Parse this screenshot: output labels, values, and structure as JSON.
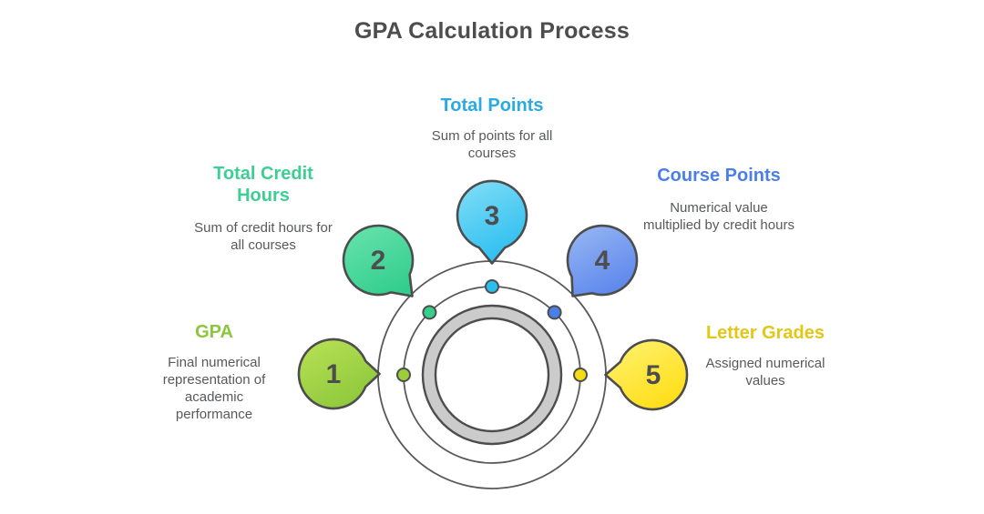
{
  "title": "GPA Calculation Process",
  "steps": [
    {
      "number": "1",
      "label": "GPA",
      "description": "Final numerical representation of academic performance",
      "heading_color": "#8CC63F",
      "bubble_top": "#B6E054",
      "bubble_bottom": "#8FC83C",
      "dot_color": "#9BCE38"
    },
    {
      "number": "2",
      "label": "Total Credit Hours",
      "description": "Sum of credit hours for all courses",
      "heading_color": "#3DCE93",
      "bubble_top": "#66E2AC",
      "bubble_bottom": "#33CE8D",
      "dot_color": "#36CE8D"
    },
    {
      "number": "3",
      "label": "Total Points",
      "description": "Sum of points for all courses",
      "heading_color": "#29ABE2",
      "bubble_top": "#7EDCF7",
      "bubble_bottom": "#33C1F0",
      "dot_color": "#2BBDEE"
    },
    {
      "number": "4",
      "label": "Course Points",
      "description": "Numerical value multiplied by credit hours",
      "heading_color": "#4A7FE8",
      "bubble_top": "#95B5F3",
      "bubble_bottom": "#5C86EC",
      "dot_color": "#4A7FE8"
    },
    {
      "number": "5",
      "label": "Letter Grades",
      "description": "Assigned numerical values",
      "heading_color": "#E3C616",
      "bubble_top": "#FFF069",
      "bubble_bottom": "#FFDD15",
      "dot_color": "#F3DC13"
    }
  ],
  "colors": {
    "title": "#4D4D4D",
    "description_text": "#58595B",
    "bubble_outline": "#4D4D4D",
    "circle_line": "#58595B",
    "gray_ring_fill": "#CBCBCB",
    "background": "#FFFFFF"
  }
}
